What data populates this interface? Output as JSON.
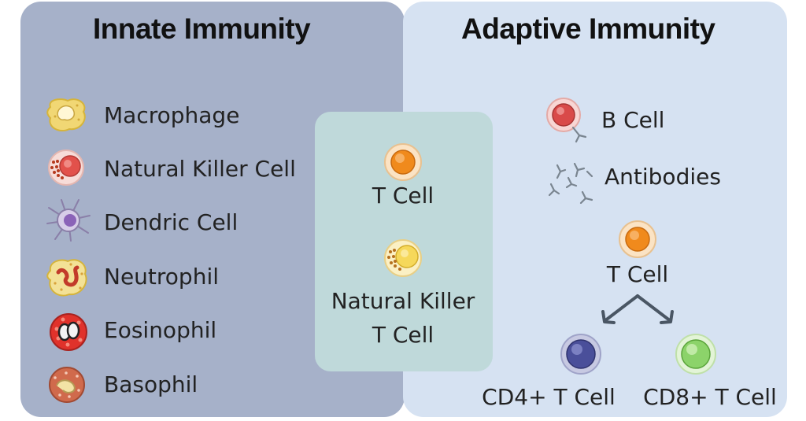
{
  "innate": {
    "title": "Innate Immunity",
    "items": [
      {
        "label": "Macrophage",
        "icon": "macrophage-icon"
      },
      {
        "label": "Natural Killer Cell",
        "icon": "natural-killer-cell-icon"
      },
      {
        "label": "Dendric Cell",
        "icon": "dendritic-cell-icon"
      },
      {
        "label": "Neutrophil",
        "icon": "neutrophil-icon"
      },
      {
        "label": "Eosinophil",
        "icon": "eosinophil-icon"
      },
      {
        "label": "Basophil",
        "icon": "basophil-icon"
      }
    ]
  },
  "shared": {
    "t_cell": "T Cell",
    "nkt_line1": "Natural Killer",
    "nkt_line2": "T Cell"
  },
  "adaptive": {
    "title": "Adaptive Immunity",
    "b_cell": "B Cell",
    "antibodies": "Antibodies",
    "t_cell": "T Cell",
    "cd4": "CD4+ T Cell",
    "cd8": "CD8+ T Cell"
  },
  "colors": {
    "innate_bg": "#a6b1c9",
    "adaptive_bg": "#d6e2f2",
    "overlap_bg": "#bfd9da",
    "t_cell": "#f08a1c",
    "cd4": "#4a4f9a",
    "cd8": "#8cd36a"
  }
}
